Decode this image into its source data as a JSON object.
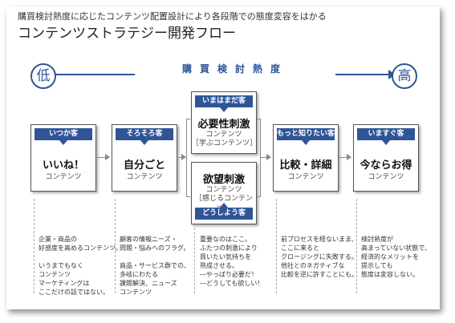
{
  "header": {
    "subtitle": "購買検討熱度に応じたコンテンツ配置設計により各段階での態度変容をはかる",
    "title": "コンテンツストラテジー開発フロー"
  },
  "axis": {
    "low": "低",
    "label": "購買検討熱度",
    "high": "高"
  },
  "stages": [
    {
      "tag": "いつか客",
      "title": "いいね！",
      "sub": "コンテンツ",
      "desc": [
        "企業・商品の",
        "好感度を高めるコンテンツ。",
        "",
        "いうまでもなく",
        "コンテンツ",
        "マーケティングは",
        "ここだけの話ではない。"
      ]
    },
    {
      "tag": "そろそろ客",
      "title": "自分ごと",
      "sub": "コンテンツ",
      "desc": [
        "顧客の情報ニーズ・",
        "問題・悩みへのフラグ。",
        "",
        "商品・サービス群での、",
        "多岐にわたる",
        "課題解決、ニューズ",
        "コンテンツ"
      ]
    },
    {
      "tag": "いまはまだ客",
      "title": "必要性刺激",
      "sub1": "コンテンツ",
      "sub2": "［学ぶコンテンツ］"
    },
    {
      "tag": "どうしよう客",
      "title": "欲望刺激",
      "sub1": "コンテンツ",
      "sub2": "［感じるコンテンツ］",
      "desc": [
        "重要なのはここ。",
        "ふたつの刺激により",
        "買いたい気持ちを",
        "熟成させる。",
        "―やっぱり必要だ！",
        "―どうしても欲しい！"
      ]
    },
    {
      "tag": "もっと知りたい客",
      "title": "比較・詳細",
      "sub": "コンテンツ",
      "desc": [
        "前プロセスを経ないまま、",
        "ここに来ると",
        "クロージングに失敗する。",
        "他社とのネガティブな",
        "比較を逆に許すことにも。"
      ]
    },
    {
      "tag": "いますぐ客",
      "title": "今ならお得",
      "sub": "コンテンツ",
      "desc": [
        "検討熱度が",
        "高まっていない状態で、",
        "経済的なメリットを",
        "提示しても",
        "態度は変容しない。"
      ]
    }
  ],
  "colors": {
    "accent": "#2f5597"
  }
}
